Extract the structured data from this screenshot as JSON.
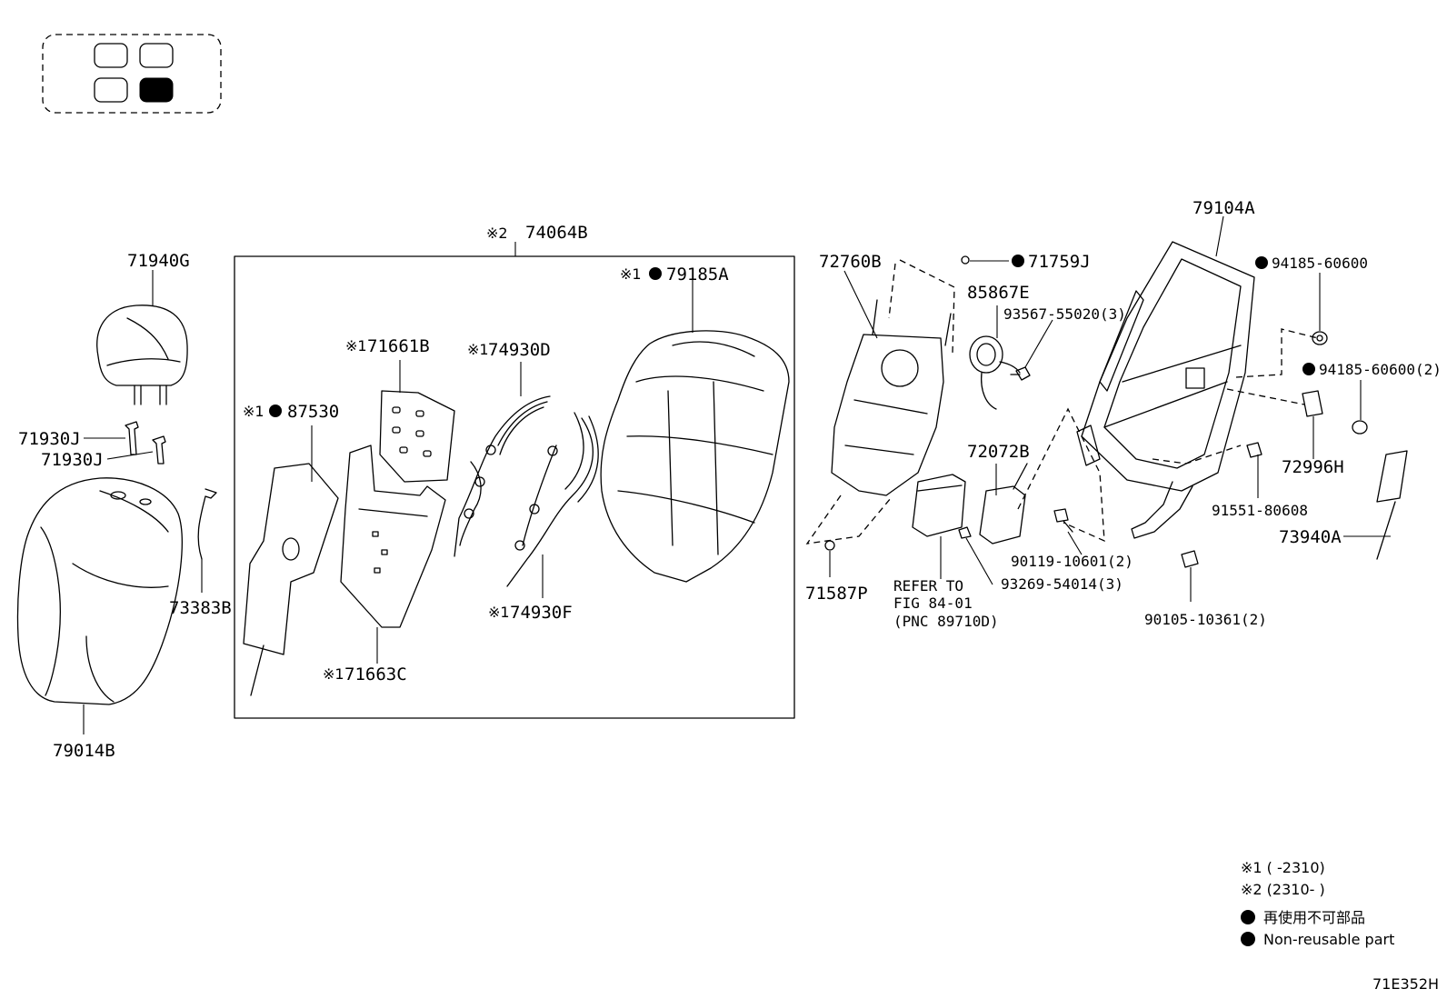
{
  "figure_code": "71E352H",
  "seat_positions": [
    {
      "label": "front-left",
      "selected": false
    },
    {
      "label": "front-right",
      "selected": false
    },
    {
      "label": "rear-left",
      "selected": false
    },
    {
      "label": "rear-right",
      "selected": true
    }
  ],
  "box_label": {
    "mark": "※2",
    "code": "74064B"
  },
  "parts": {
    "p71940G": "71940G",
    "p71930J_a": "71930J",
    "p71930J_b": "71930J",
    "p79014B": "79014B",
    "p73383B": "73383B",
    "p87530": {
      "mark": "※1",
      "code": "87530"
    },
    "p71661B": {
      "mark": "※1",
      "code": "71661B"
    },
    "p74930D": {
      "mark": "※1",
      "code": "74930D"
    },
    "p79185A": {
      "mark": "※1",
      "code": "79185A"
    },
    "p74930F": {
      "mark": "※1",
      "code": "74930F"
    },
    "p71663C": {
      "mark": "※1",
      "code": "71663C"
    },
    "p72760B": "72760B",
    "p71759J": "71759J",
    "p85867E": "85867E",
    "p93567": "93567-55020(3)",
    "p72072B": "72072B",
    "p71587P": "71587P",
    "p93269": "93269-54014(3)",
    "p90119": "90119-10601(2)",
    "p79104A": "79104A",
    "p94185_a": "94185-60600",
    "p94185_b": "94185-60600(2)",
    "p72996H": "72996H",
    "p91551": "91551-80608",
    "p73940A": "73940A",
    "p90105": "90105-10361(2)"
  },
  "refer": [
    "REFER TO",
    "FIG 84-01",
    "(PNC 89710D)"
  ],
  "legend": {
    "l1": "※1 (    -2310)",
    "l2": "※2 (2310-    )",
    "l3": "再使用不可部品",
    "l4": "Non-reusable part"
  }
}
